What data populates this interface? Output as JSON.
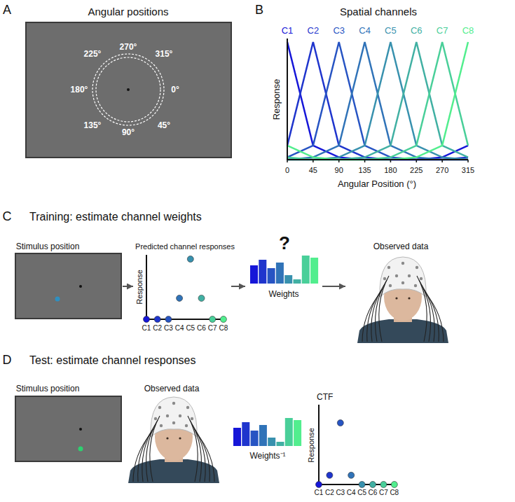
{
  "diagram": {
    "nodes": [
      {
        "text": [
          "Angular positions",
          "270°",
          "225°",
          "315°",
          "180°",
          "0°",
          "135°",
          "45°",
          "90°"
        ]
      },
      {
        "text": [
          "Stimulus position"
        ]
      },
      {
        "text": [
          "Predicted channel responses",
          "Response",
          "C1",
          "C2",
          "C3",
          "C4",
          "C5",
          "C6",
          "C7",
          "C8"
        ]
      },
      {
        "text": [
          "?",
          "Weights"
        ]
      },
      {
        "text": [
          "Observed data"
        ]
      },
      {
        "text": [
          "Stimulus position"
        ]
      },
      {
        "text": [
          "Observed data"
        ]
      },
      {
        "text": [
          "Weights⁻¹"
        ]
      },
      {
        "text": [
          "CTF",
          "Response",
          "C1",
          "C2",
          "C3",
          "C4",
          "C5",
          "C6",
          "C7",
          "C8"
        ]
      }
    ],
    "edges": [
      {
        "from": 1,
        "to": 2,
        "arrow": "to"
      },
      {
        "from": 2,
        "to": 3,
        "arrow": "to"
      },
      {
        "from": 3,
        "to": 4,
        "arrow": "to"
      }
    ],
    "labels": [
      "A",
      "B",
      "Spatial channels",
      "C1",
      "C2",
      "C3",
      "C4",
      "C5",
      "C6",
      "C7",
      "C8",
      "Response",
      "0",
      "45",
      "90",
      "135",
      "180",
      "225",
      "270",
      "315",
      "Angular Position (°)",
      "C",
      "Training: estimate channel weights",
      "D",
      "Test: estimate channel responses"
    ]
  }
}
